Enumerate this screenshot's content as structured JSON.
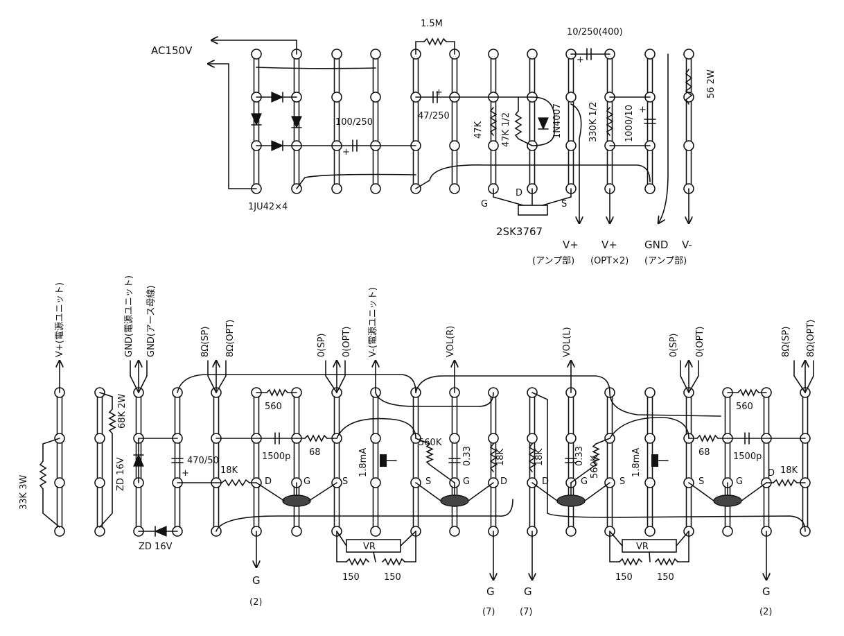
{
  "power": {
    "ac_input": "AC150V",
    "rectifier": "1JU42×4",
    "r_top": "1.5M",
    "c_input": "100/250",
    "c_filter": "47/250",
    "r_47k": "47K",
    "r_47k_half": "47K 1/2",
    "diode": "1N4007",
    "c_out": "10/250(400)",
    "r_330k": "330K 1/2",
    "c_1000": "1000/10",
    "r_56": "56 2W",
    "mosfet": "2SK3767",
    "pin_g": "G",
    "pin_d": "D",
    "pin_s": "S",
    "plus": "+",
    "outputs": [
      {
        "name": "V+",
        "sub": "(アンプ部)"
      },
      {
        "name": "V+",
        "sub": "(OPT×2)"
      },
      {
        "name": "GND",
        "sub": "(アンプ部)"
      },
      {
        "name": "V-",
        "sub": ""
      }
    ]
  },
  "amp": {
    "top_labels": {
      "vplus": "V+(電源ユニット)",
      "gnd_psu": "GND(電源ユニット)",
      "gnd_earth": "GND(アース母線)",
      "sp_l": "8Ω(SP)",
      "opt_l": "8Ω(OPT)",
      "zero_sp_l": "0(SP)",
      "zero_opt_l": "0(OPT)",
      "vminus": "V-(電源ユニット)",
      "vol_r": "VOL(R)",
      "vol_l": "VOL(L)",
      "zero_sp_r": "0(SP)",
      "zero_opt_r": "0(OPT)",
      "sp_r": "8Ω(SP)",
      "opt_r": "8Ω(OPT)"
    },
    "r_33k": "33K 3W",
    "r_68k": "68K 2W",
    "zd1": "ZD 16V",
    "zd2": "ZD 16V",
    "c_470": "470/50",
    "r_18k": "18K",
    "r_560": "560",
    "c_1500p": "1500p",
    "r_68": "68",
    "r_560k": "560K",
    "c_033": "0.33",
    "crd": "1.8mA",
    "vr": "VR",
    "r_150": "150",
    "g2": "G",
    "g2_num": "(2)",
    "g7": "G",
    "g7_num": "(7)",
    "pin_d": "D",
    "pin_g": "G",
    "pin_s": "S",
    "plus": "+"
  }
}
